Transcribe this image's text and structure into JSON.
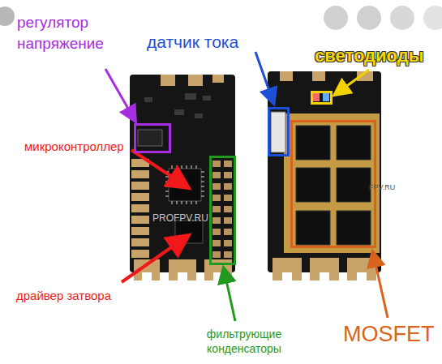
{
  "diagram": {
    "nodes": [
      {
        "text": [
          "регулятор напряжение"
        ]
      },
      {
        "text": [
          "датчик тока"
        ]
      },
      {
        "text": [
          "светодиоды"
        ]
      },
      {
        "text": [
          "фильтрующие конденсаторы"
        ]
      },
      {
        "text": [
          "MOSFET"
        ]
      }
    ],
    "labels": [
      "микроконтроллер",
      "драйвер затвора",
      "PROFPV.RU",
      "FPV.RU"
    ]
  }
}
